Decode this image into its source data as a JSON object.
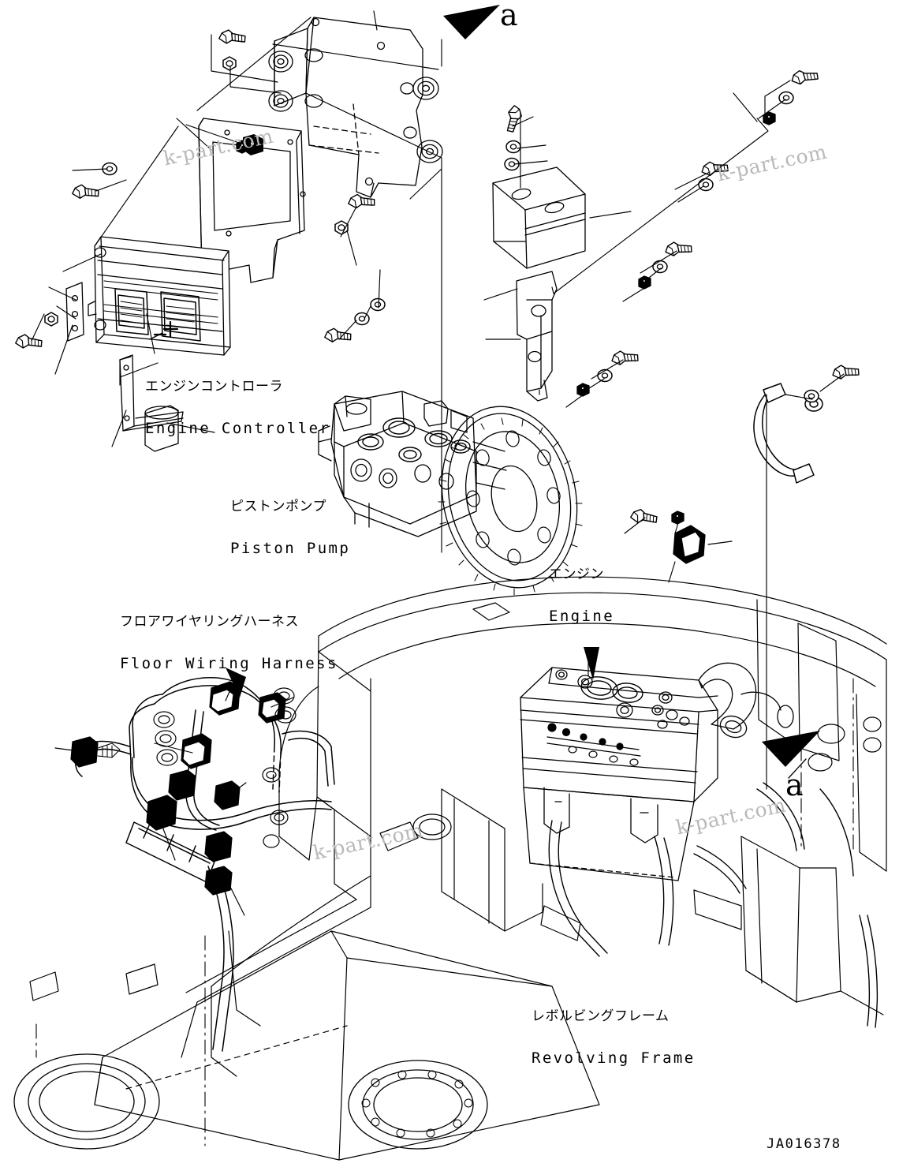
{
  "drawing": {
    "number": "JA016378",
    "watermark_text": "k-part.com",
    "line_color": "#000000",
    "background_color": "#ffffff",
    "watermark_color": "#b9b9b9"
  },
  "callouts": [
    {
      "id": "a-top",
      "label": "a"
    },
    {
      "id": "a-bottom",
      "label": "a"
    }
  ],
  "part_labels": [
    {
      "id": "engine-controller",
      "jp": "エンジンコントローラ",
      "en": "Engine Controller"
    },
    {
      "id": "piston-pump",
      "jp": "ピストンポンプ",
      "en": "Piston Pump"
    },
    {
      "id": "floor-wiring-harness",
      "jp": "フロアワイヤリングハーネス",
      "en": "Floor Wiring Harness"
    },
    {
      "id": "engine",
      "jp": "エンジン",
      "en": "Engine"
    },
    {
      "id": "revolving-frame",
      "jp": "レボルビングフレーム",
      "en": "Revolving Frame"
    }
  ],
  "watermarks": [
    {
      "id": "wm-1",
      "text": "k-part.com"
    },
    {
      "id": "wm-2",
      "text": "k-part.com"
    },
    {
      "id": "wm-3",
      "text": "k-part.com"
    },
    {
      "id": "wm-4",
      "text": "k-part.com"
    }
  ]
}
